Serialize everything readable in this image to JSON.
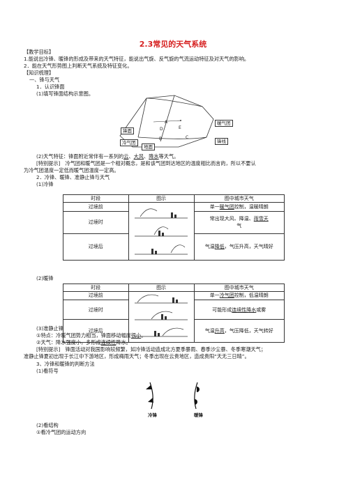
{
  "title": "2.3常见的天气系统",
  "objectives_heading": "【教学目标】",
  "objectives": [
    "1.能说出冷锋、暖锋的形成及带来的天气特征，能说出气旋、反气旋的气流运动特征及对天气的影响。",
    "2．能在天气形势图上判断天气系统及特征变化。"
  ],
  "knowledge_heading": "【知识梳理】",
  "sec1": "一、锋与天气",
  "sec1_1": "1．认识锋面",
  "sec1_1_1": "(1)填写锋面结构示意图。",
  "diagram": {
    "warm_mass": "暖气团",
    "front_surface": "锋面",
    "cold_mass": "冷气团",
    "ground": "地面",
    "front_line": "锋线",
    "letters": [
      "A",
      "D",
      "B",
      "C",
      "E"
    ]
  },
  "sec1_1_2_pre": "(2)天气特征：锋面附近常伴有一系列的",
  "sec1_1_2_u1": "云",
  "sec1_1_2_sep1": "、",
  "sec1_1_2_u2": "大风",
  "sec1_1_2_sep2": "、",
  "sec1_1_2_u3": "降水",
  "sec1_1_2_post": "等天气。",
  "tip1_line1": "[特别提示]　冷气团和暖气团是一个相对概念，是和该气团到达地区的温度相比而言的，所以不要认",
  "tip1_line2": "为冷气团温度一定低而暖气团温度一定高。",
  "sec1_2": "2．冷锋、暖锋、准静止锋与天气",
  "cold_front": {
    "heading": "(1)冷锋",
    "headers": [
      "时段",
      "图示",
      "图中城市天气"
    ],
    "rows": [
      {
        "period": "过境前",
        "weather_pre": "单一",
        "weather_u": "暖气团",
        "weather_post": "控制，温暖晴朗"
      },
      {
        "period": "过境时",
        "weather_pre": "常出现大风、降温、",
        "weather_u": "雨雪天",
        "weather_post": "气"
      },
      {
        "period": "过境后",
        "weather_pre": "气温",
        "weather_u": "降低",
        "weather_post": "，气压升高，天气晴好"
      }
    ]
  },
  "warm_front": {
    "heading": "(2)暖锋",
    "headers": [
      "时段",
      "图示",
      "图中城市天气"
    ],
    "rows": [
      {
        "period": "过境前",
        "weather_pre": "单一",
        "weather_u": "冷气团",
        "weather_post": "控制，低温晴朗"
      },
      {
        "period": "过境时",
        "weather_pre": "可能形成",
        "weather_u": "连续性降水",
        "weather_post": "或雾"
      },
      {
        "period": "过境后",
        "weather_pre": "气温",
        "weather_u": "升高",
        "weather_post": "，气压降低，天气转好"
      }
    ]
  },
  "stationary": {
    "heading": "(3)准静止锋",
    "l1_pre": "①特点：冷暖气团势力相当，锋面移动幅度",
    "l1_u": "很小",
    "l1_post": "。",
    "l2_pre": "②天气：降水强度小，多形成",
    "l2_u": "连续性",
    "l2_post": "降水。"
  },
  "tip2_line1": "[特别提示]　锋面活动对我国影响较频繁，如冷锋活动造成北方夏季暴雨、春季沙尘暴、冬季寒潮天气；",
  "tip2_line2": "准静止锋夏初出现于长江中下游地区，形成梅雨天气；冬季出现在云贵地区，造成贵阳“天无三日晴”。",
  "sec1_3": "3、冷锋和暖锋的判断方法",
  "sec1_3_1": "(1)看符号",
  "symbols": {
    "cold": "冷锋",
    "warm": "暖锋"
  },
  "sec1_3_2": "(2)看结构",
  "sec1_3_2_1": "①看冷气团的运动方向"
}
